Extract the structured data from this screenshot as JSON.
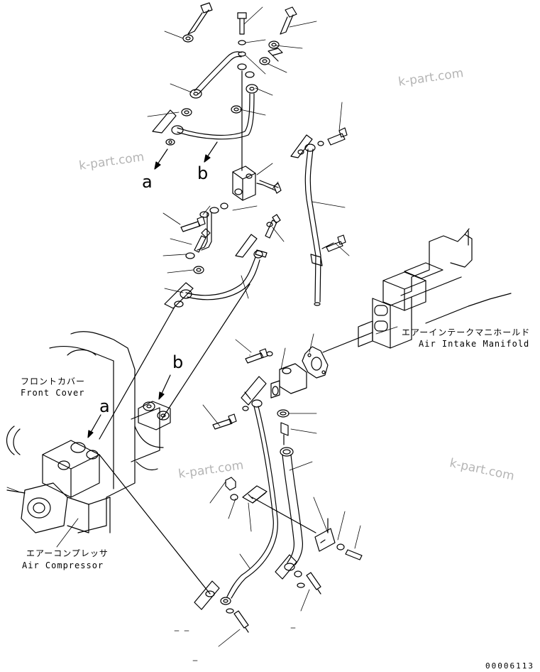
{
  "labels": {
    "air_intake_manifold_jp": "エアーインテークマニホールド",
    "air_intake_manifold_en": "Air Intake Manifold",
    "front_cover_jp": "フロントカバー",
    "front_cover_en": "Front Cover",
    "air_compressor_jp": "エアーコンプレッサ",
    "air_compressor_en": "Air Compressor"
  },
  "refs": {
    "a_top": "a",
    "b_top": "b",
    "a_bottom": "a",
    "b_bottom": "b"
  },
  "watermarks": [
    "k-part.com",
    "k-part.com",
    "k-part.com",
    "k-part.com"
  ],
  "doc_number": "00006113"
}
